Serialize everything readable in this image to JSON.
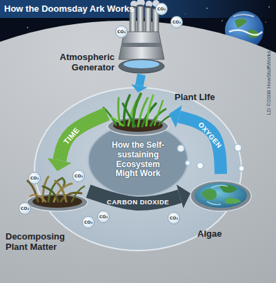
{
  "diagram": {
    "title": "How the Doomsday Ark Works",
    "nodes": [
      {
        "text": [
          "Atmospheric Generator"
        ]
      },
      {
        "text": [
          "Plant LIfe"
        ]
      },
      {
        "text": [
          "Decomposing Plant Matter"
        ]
      },
      {
        "text": [
          "Algae"
        ]
      }
    ],
    "edges": [
      {
        "from": 0,
        "to": 1,
        "arrow": "to"
      },
      {
        "from": 1,
        "to": 2,
        "label": "TIME",
        "arrow": "to"
      },
      {
        "from": 2,
        "to": 3,
        "label": "CARBON DIOXIDE",
        "arrow": "to"
      },
      {
        "from": 3,
        "to": 1,
        "label": "OXYGEN",
        "arrow": "to"
      }
    ],
    "labels": [
      "How the Self-sustaining Ecosystem Might Work",
      "LD ©2008 HowStuffWorks",
      "CO₂",
      "CO₂",
      "CO₂",
      "CO₂",
      "CO₂",
      "CO₂",
      "CO₂",
      "CO₂",
      "CO₂"
    ]
  }
}
